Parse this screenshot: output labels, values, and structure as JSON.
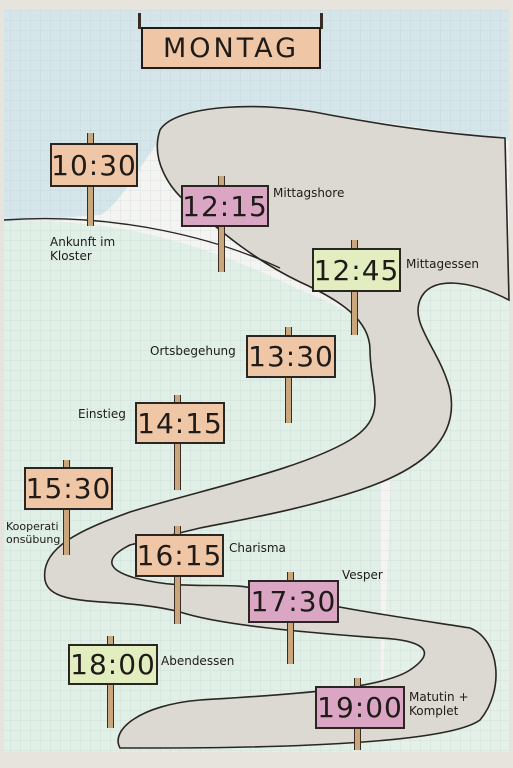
{
  "day": "MONTAG",
  "colors": {
    "orange": "#f0c7a6",
    "pink": "#dba6c4",
    "green": "#e2edc0",
    "sky": "#cfe3ea",
    "grass": "#d9eee3",
    "path": "#dcd8d2"
  },
  "stops": [
    {
      "time": "10:30",
      "color": "orange",
      "label": [
        "Ankunft im",
        "Kloster"
      ]
    },
    {
      "time": "12:15",
      "color": "pink",
      "label": [
        "Mittagshore"
      ]
    },
    {
      "time": "12:45",
      "color": "green",
      "label": [
        "Mittagessen"
      ]
    },
    {
      "time": "13:30",
      "color": "orange",
      "label": [
        "Ortsbegehung"
      ]
    },
    {
      "time": "14:15",
      "color": "orange",
      "label": [
        "Einstieg"
      ]
    },
    {
      "time": "15:30",
      "color": "orange",
      "label": [
        "Kooperati onsübung"
      ]
    },
    {
      "time": "16:15",
      "color": "orange",
      "label": [
        "Charisma"
      ]
    },
    {
      "time": "17:30",
      "color": "pink",
      "label": [
        "Vesper"
      ]
    },
    {
      "time": "18:00",
      "color": "green",
      "label": [
        "Abendessen"
      ]
    },
    {
      "time": "19:00",
      "color": "pink",
      "label": [
        "Matutin +",
        "Komplet"
      ]
    }
  ]
}
